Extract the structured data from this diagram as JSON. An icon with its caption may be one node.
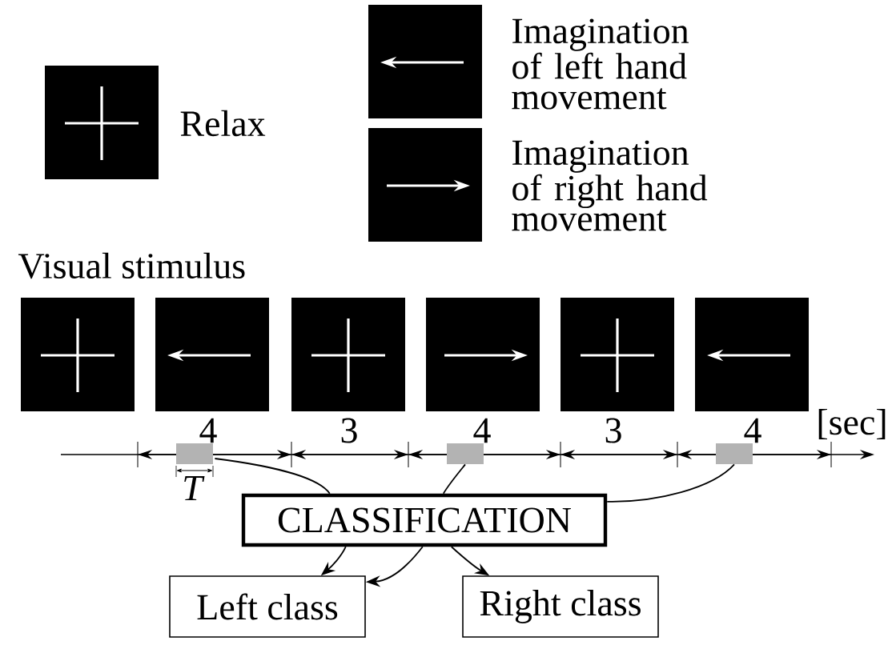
{
  "diagram": {
    "nodes": [
      {
        "text": [
          "CLASSIFICATION"
        ]
      },
      {
        "text": [
          "Left class"
        ]
      },
      {
        "text": [
          "Right class"
        ]
      },
      {
        "text": [],
        "shape": "bar"
      },
      {
        "text": [],
        "shape": "bar"
      },
      {
        "text": [],
        "shape": "bar"
      }
    ],
    "edges": [
      {
        "from": 3,
        "to": 0,
        "arrow": "none"
      },
      {
        "from": 4,
        "to": 0,
        "arrow": "none"
      },
      {
        "from": 5,
        "to": 0,
        "arrow": "none"
      },
      {
        "from": 0,
        "to": 1,
        "arrow": "to"
      },
      {
        "from": 0,
        "to": 1,
        "arrow": "to"
      },
      {
        "from": 0,
        "to": 2,
        "arrow": "to"
      }
    ],
    "labels": [
      "Imagination of left hand movement",
      "Relax",
      "Imagination of right hand movement",
      "Visual stimulus",
      "4",
      "3",
      "4",
      "3",
      "4",
      "[sec]",
      "T"
    ]
  }
}
